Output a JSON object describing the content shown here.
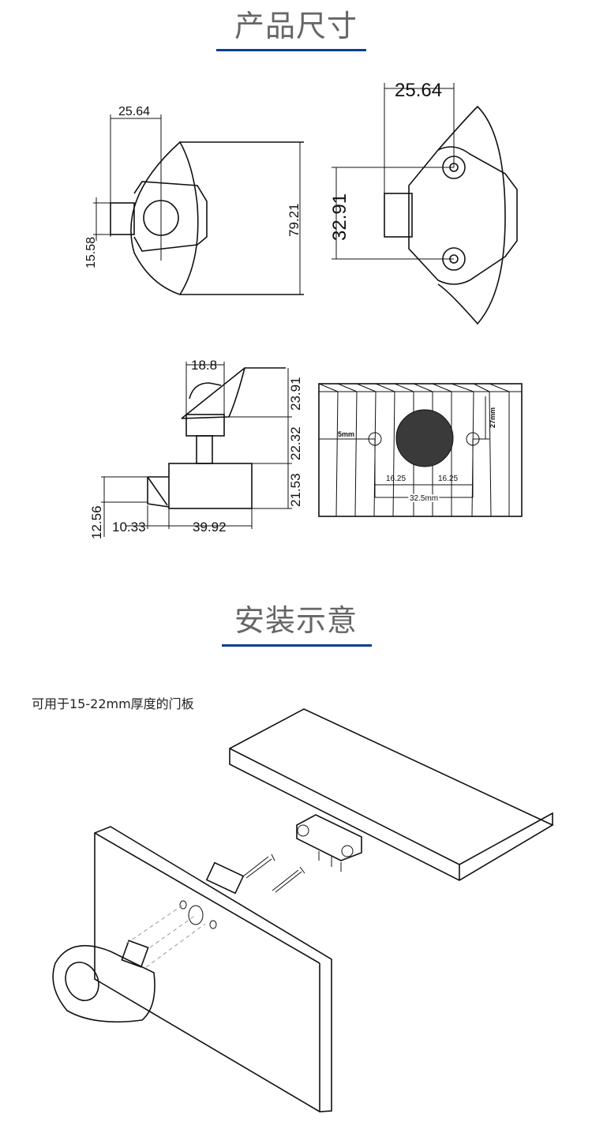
{
  "section_dimensions": {
    "title": "产品尺寸"
  },
  "section_install": {
    "title": "安装示意",
    "caption": "可用于15-22mm厚度的门板"
  },
  "accent_color": "#0b3d91",
  "side_view": {
    "width_top": "25.64",
    "height": "79.21",
    "base_height": "15.58"
  },
  "front_view": {
    "width_top": "25.64",
    "hole_spacing": "32.91"
  },
  "profile_view": {
    "top_width": "18.8",
    "h1": "23.91",
    "h2": "22.32",
    "h3": "21.53",
    "left_h": "12.56",
    "left_w": "10.33",
    "body_w": "39.92"
  },
  "drill_template": {
    "edge": "5mm",
    "height": "27mm",
    "left": "16.25",
    "right": "16.25",
    "total": "32.5mm"
  }
}
